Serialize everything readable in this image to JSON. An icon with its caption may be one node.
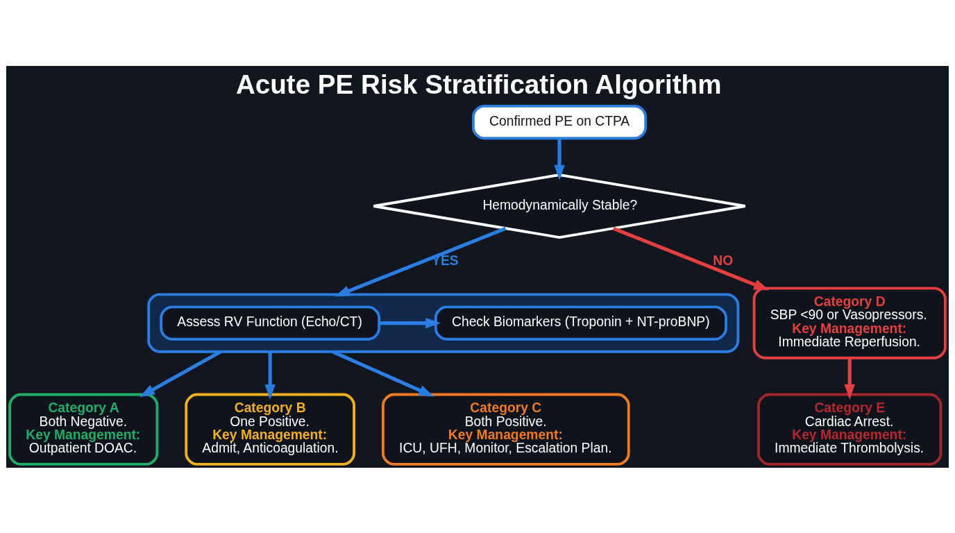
{
  "diagram": {
    "title": "Acute PE Risk Stratification Algorithm",
    "nodes": [
      {
        "text": [
          "Confirmed PE on CTPA"
        ]
      },
      {
        "text": [
          "Hemodynamically Stable?"
        ]
      },
      {
        "text": [],
        "shape": "box"
      },
      {
        "text": [
          "Assess RV Function (Echo/CT)"
        ],
        "in": 2
      },
      {
        "text": [
          "Check Biomarkers (Troponin + NT-proBNP)"
        ],
        "in": 2
      },
      {
        "text": [
          "Category D",
          "SBP <90 or Vasopressors.",
          "Key Management:",
          "Immediate Reperfusion."
        ]
      },
      {
        "text": [
          "Category E",
          "Cardiac Arrest.",
          "Key Management:",
          "Immediate Thrombolysis."
        ]
      },
      {
        "text": [
          "Category A",
          "Both Negative.",
          "Key Management:",
          "Outpatient DOAC."
        ]
      },
      {
        "text": [
          "Category B",
          "One Positive.",
          "Key Management:",
          "Admit, Anticoagulation."
        ]
      },
      {
        "text": [
          "Category C",
          "Both Positive.",
          "Key Management:",
          "ICU, UFH, Monitor, Escalation Plan."
        ]
      }
    ],
    "edges": [
      {
        "from": 0,
        "to": 1,
        "arrow": "to"
      },
      {
        "from": 1,
        "to": 2,
        "arrow": "to",
        "label": "YES"
      },
      {
        "from": 1,
        "to": 5,
        "arrow": "to",
        "label": "NO",
        "color": "#e5403f"
      },
      {
        "from": 3,
        "to": 4,
        "arrow": "to"
      },
      {
        "from": 5,
        "to": 6,
        "arrow": "to",
        "color": "#e5403f"
      },
      {
        "from": 2,
        "to": 7,
        "arrow": "to"
      },
      {
        "from": 2,
        "to": 8,
        "arrow": "to"
      },
      {
        "from": 2,
        "to": 9,
        "arrow": "to"
      }
    ]
  }
}
